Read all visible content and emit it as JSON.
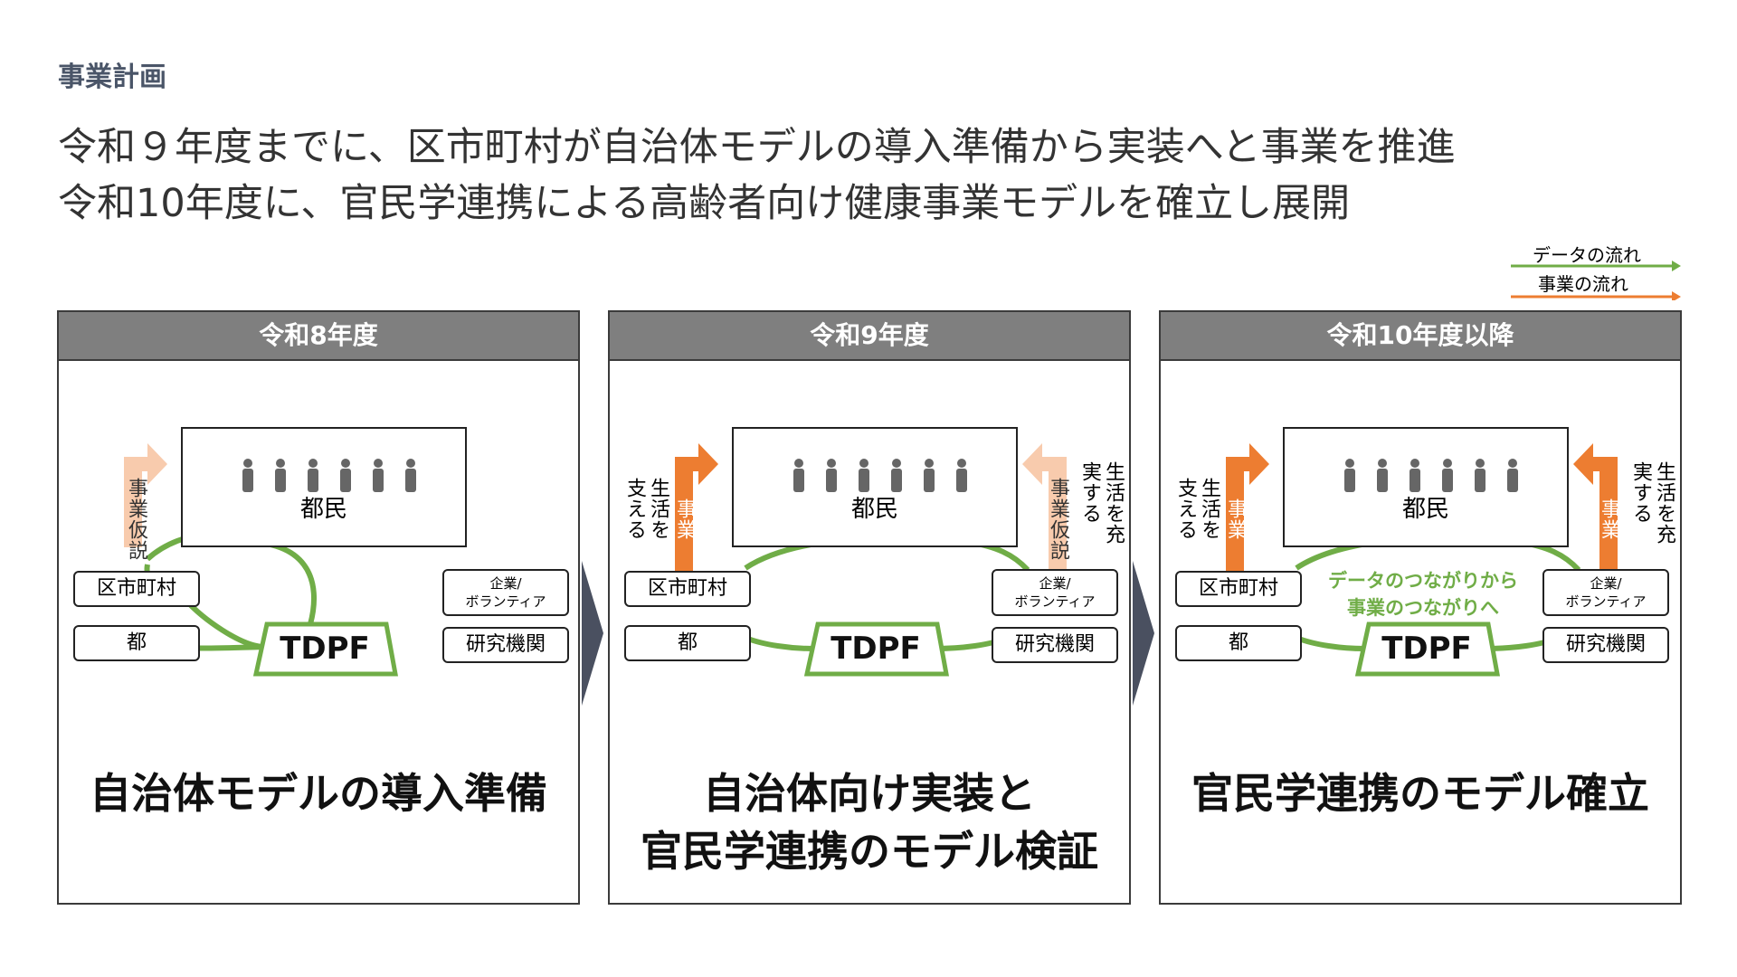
{
  "section_label": "事業計画",
  "headline_1": "令和９年度までに、区市町村が自治体モデルの導入準備から実装へと事業を推進",
  "headline_2": "令和10年度に、官民学連携による高齢者向け健康事業モデルを確立し展開",
  "legend": {
    "data_flow": "データの流れ",
    "business_flow": "事業の流れ"
  },
  "colors": {
    "data_flow": "#70ad47",
    "business_flow": "#ed7d31",
    "business_flow_light": "#f8cbad",
    "header_bg": "#7f7f7f"
  },
  "common": {
    "citizens": "都民",
    "municipality": "区市町村",
    "metro": "都",
    "enterprise": "企業/\nボランティア",
    "research": "研究機関",
    "platform": "TDPF",
    "person_icon": "elderly-person-icon"
  },
  "panels": [
    {
      "title": "令和8年度",
      "left_arrow_text": "事業仮説",
      "caption": "自治体モデルの導入準備"
    },
    {
      "title": "令和9年度",
      "left_side_text": "生活を支える",
      "left_arrow_text": "事業",
      "right_arrow_text": "事業仮説",
      "right_side_text": "生活を充実する",
      "caption": "自治体向け実装と\n官民学連携のモデル検証"
    },
    {
      "title": "令和10年度以降",
      "left_side_text": "生活を支える",
      "left_arrow_text": "事業",
      "right_arrow_text": "事業",
      "right_side_text": "生活を充実する",
      "center_text": "データのつながりから\n事業のつながりへ",
      "caption": "官民学連携のモデル確立"
    }
  ]
}
